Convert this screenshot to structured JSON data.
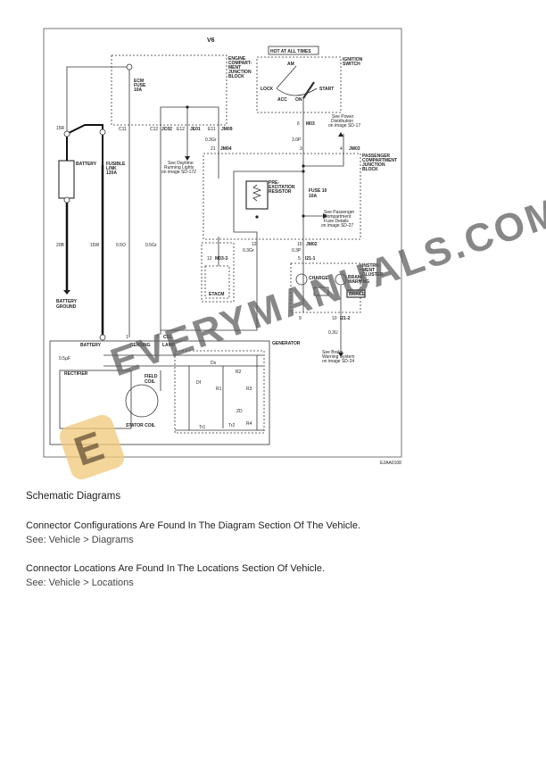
{
  "diagram": {
    "title": "V6",
    "engine_block": "ENGINE COMPART- MENT JUNCTION BLOCK",
    "engine_block_lines": [
      "ENGINE",
      "COMPART-",
      "MENT",
      "JUNCTION",
      "BLOCK"
    ],
    "ecm_fuse": [
      "ECM",
      "FUSE",
      "10A"
    ],
    "hot_at_all_times": "HOT AT ALL TIMES",
    "ignition_switch": [
      "IGNITION",
      "SWITCH"
    ],
    "ignition_positions": {
      "am": "AM",
      "lock": "LOCK",
      "acc": "ACC",
      "on": "ON",
      "start": "START"
    },
    "battery": "BATTERY",
    "fusible_link": [
      "FUSIBLE",
      "LINK",
      "120A"
    ],
    "battery_ground": [
      "BATTERY",
      "GROUND"
    ],
    "wires": {
      "w15r": "15R",
      "w20b": "20B",
      "w15w": "15W",
      "w05o": "0.5O",
      "w05gr": "0.5Gr",
      "w03gr_a": "0.3Gr",
      "w3p": "3.0P",
      "w03gr_b": "0.3Gr",
      "w03p": "0.3P",
      "w03u": "0.3U"
    },
    "connectors": {
      "c11": "C11",
      "c12": "C12",
      "jc02": "JC02",
      "e12": "E12",
      "je01": "JE01",
      "e11": "E11",
      "jm09": "JM09",
      "m03_pin": "6",
      "m03": "M03",
      "jm04_pin": "21",
      "jm04": "JM04",
      "jm03_pin": "4",
      "jm03": "JM03",
      "pin3": "3",
      "pin12": "12",
      "jm02_pin": "10",
      "jm02": "JM02",
      "i21_1_pin": "5",
      "i21_1": "I21-1",
      "m03_3_pin": "12",
      "m03_3": "M03-3",
      "pin9": "9",
      "i21_2_pin": "10",
      "i21_2": "I21-2",
      "c51_1": "1",
      "c51_2": "2",
      "c51": "C51"
    },
    "see_daytime": [
      "See Daytime",
      "Running Lights",
      "on image SD-172"
    ],
    "see_power": [
      "See Power",
      "Distribution",
      "on image SD-17"
    ],
    "passenger_block": [
      "PASSENGER",
      "COMPARTMENT",
      "JUNCTION",
      "BLOCK"
    ],
    "pre_excitation": [
      "PRE-",
      "EXCITATION",
      "RESISTOR"
    ],
    "fuse10": [
      "FUSE 10",
      "10A"
    ],
    "see_passenger": [
      "See Passenger",
      "Compartment",
      "Fuse Details",
      "on image SD-27"
    ],
    "etacm": "ETACM",
    "instrument_cluster": [
      "INSTRU-",
      "MENT",
      "CLUSTER"
    ],
    "charge": "CHARGE",
    "brake_warning": [
      "BRAKE",
      "WARNING"
    ],
    "brake_box": "BRAKE",
    "see_brake": [
      "See Brake",
      "Warning System",
      "on image SD-24"
    ],
    "generator": "GENERATOR",
    "gen_terminals": {
      "battery": "BATTERY",
      "sensing": "SENSING",
      "lamp": "LAMP"
    },
    "capacitor": "0.5µF",
    "rectifier": "RECTIFIER",
    "field_coil": [
      "FIELD",
      "COIL"
    ],
    "stator_coil": "STATOR COIL",
    "components": {
      "ds": "Ds",
      "df": "Df",
      "r1": "R1",
      "r2": "R2",
      "r3": "R3",
      "r4": "R4",
      "zd": "ZD",
      "tr1": "Tr1",
      "tr2": "Tr2"
    },
    "figure_code": "E2AA0108"
  },
  "watermark": "EVERYMANUALS.COM",
  "watermark_logo": "E",
  "content": {
    "heading": "Schematic Diagrams",
    "para1": "Connector Configurations Are Found In The Diagram Section Of The Vehicle.",
    "link1": "See: Vehicle > Diagrams",
    "para2": "Connector Locations Are Found In The Locations Section Of Vehicle.",
    "link2": "See: Vehicle > Locations"
  }
}
